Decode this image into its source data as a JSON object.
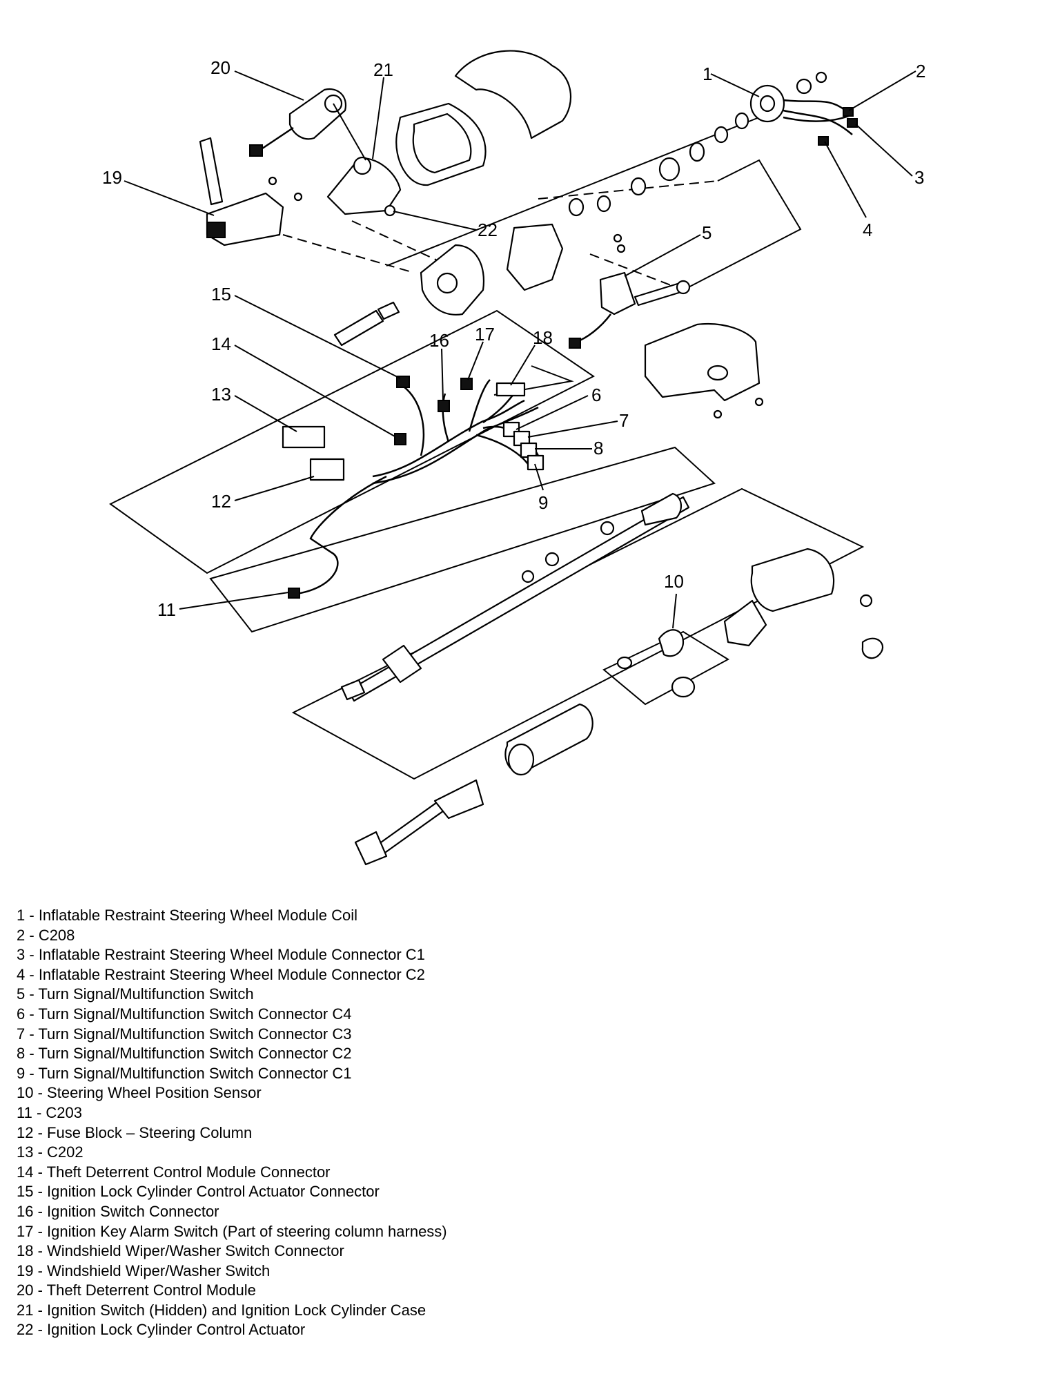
{
  "callouts": [
    "1",
    "2",
    "3",
    "4",
    "5",
    "6",
    "7",
    "8",
    "9",
    "10",
    "11",
    "12",
    "13",
    "14",
    "15",
    "16",
    "17",
    "18",
    "19",
    "20",
    "21",
    "22"
  ],
  "legend": [
    {
      "num": "1",
      "text": "Inflatable Restraint Steering Wheel Module Coil"
    },
    {
      "num": "2",
      "text": "C208"
    },
    {
      "num": "3",
      "text": "Inflatable Restraint Steering Wheel Module Connector C1"
    },
    {
      "num": "4",
      "text": "Inflatable Restraint Steering Wheel Module Connector C2"
    },
    {
      "num": "5",
      "text": "Turn Signal/Multifunction Switch"
    },
    {
      "num": "6",
      "text": "Turn Signal/Multifunction Switch Connector C4"
    },
    {
      "num": "7",
      "text": "Turn Signal/Multifunction Switch Connector C3"
    },
    {
      "num": "8",
      "text": "Turn Signal/Multifunction Switch Connector C2"
    },
    {
      "num": "9",
      "text": "Turn Signal/Multifunction Switch Connector C1"
    },
    {
      "num": "10",
      "text": "Steering Wheel Position Sensor"
    },
    {
      "num": "11",
      "text": "C203"
    },
    {
      "num": "12",
      "text": "Fuse Block – Steering Column"
    },
    {
      "num": "13",
      "text": "C202"
    },
    {
      "num": "14",
      "text": "Theft Deterrent Control Module Connector"
    },
    {
      "num": "15",
      "text": "Ignition Lock Cylinder Control Actuator Connector"
    },
    {
      "num": "16",
      "text": "Ignition Switch Connector"
    },
    {
      "num": "17",
      "text": "Ignition Key Alarm Switch (Part of steering column harness)"
    },
    {
      "num": "18",
      "text": "Windshield Wiper/Washer Switch Connector"
    },
    {
      "num": "19",
      "text": "Windshield Wiper/Washer Switch"
    },
    {
      "num": "20",
      "text": "Theft Deterrent Control Module"
    },
    {
      "num": "21",
      "text": "Ignition Switch (Hidden) and Ignition Lock Cylinder Case"
    },
    {
      "num": "22",
      "text": "Ignition Lock Cylinder Control Actuator"
    }
  ]
}
